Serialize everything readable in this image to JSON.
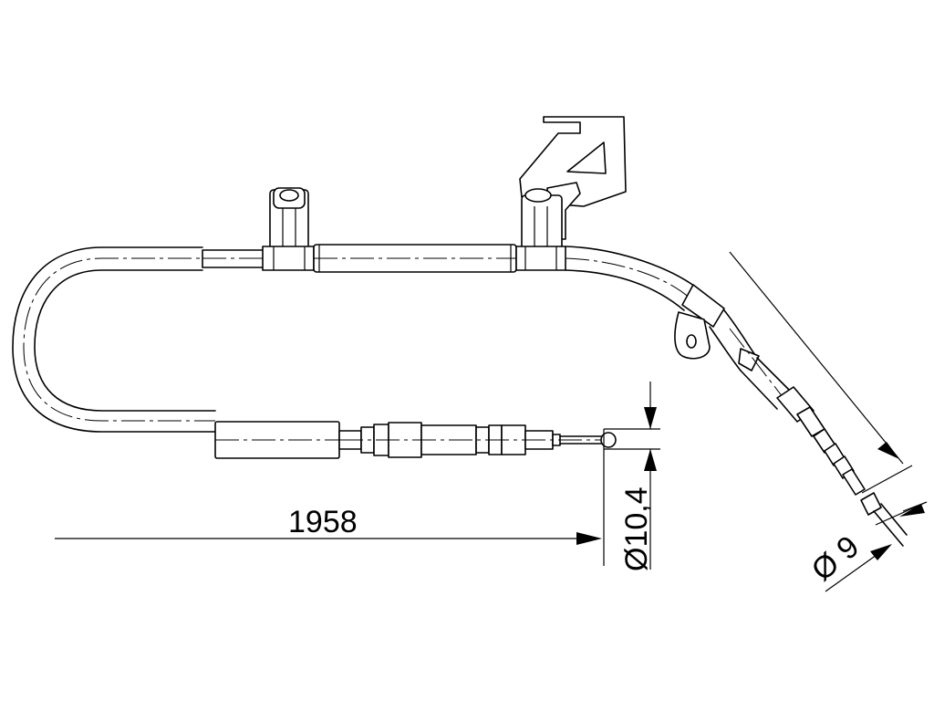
{
  "dimensions": {
    "length": "1958",
    "diameter_left": "Ø10,4",
    "diameter_right": "Ø 9"
  },
  "colors": {
    "line": "#000000",
    "background": "#ffffff"
  }
}
